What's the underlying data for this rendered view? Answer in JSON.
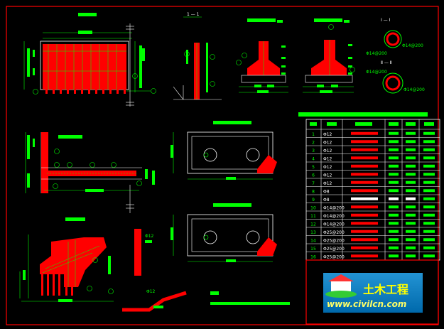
{
  "colors": {
    "background": "#000000",
    "frame": "#ff0000",
    "concrete": "#ff0000",
    "dimension": "#00ff00",
    "line": "#ffffff",
    "logo_text": "#ffff00",
    "logo_url": "#ffff66",
    "logo_panel": "#0080c0"
  },
  "section_labels": {
    "c1": "1 — 1",
    "e1": "Ⅰ — Ⅰ",
    "e2": "Ⅱ — Ⅱ"
  },
  "rebar_table": {
    "rows": [
      {
        "no": "1",
        "spec": "Φ12"
      },
      {
        "no": "2",
        "spec": "Φ12"
      },
      {
        "no": "3",
        "spec": "Φ12"
      },
      {
        "no": "4",
        "spec": "Φ12"
      },
      {
        "no": "5",
        "spec": "Φ12"
      },
      {
        "no": "6",
        "spec": "Φ12"
      },
      {
        "no": "7",
        "spec": "Φ12"
      },
      {
        "no": "8",
        "spec": "Φ8"
      },
      {
        "no": "9",
        "spec": "Φ8"
      },
      {
        "no": "10",
        "spec": "Φ14@200"
      },
      {
        "no": "11",
        "spec": "Φ14@200"
      },
      {
        "no": "12",
        "spec": "Φ14@200"
      },
      {
        "no": "13",
        "spec": "Φ25@200"
      },
      {
        "no": "14",
        "spec": "Φ25@200"
      },
      {
        "no": "15",
        "spec": "Φ25@200"
      },
      {
        "no": "16",
        "spec": "Φ25@200"
      }
    ]
  },
  "pile_labels": {
    "p1a": "Φ14@200",
    "p1b": "Φ14@200",
    "p2a": "Φ14@200",
    "p2b": "Φ14@200"
  },
  "bar_marks": {
    "f": "Φ12",
    "g": "Φ12"
  },
  "logo": {
    "name": "土木工程",
    "url": "www.civilcn.com"
  }
}
